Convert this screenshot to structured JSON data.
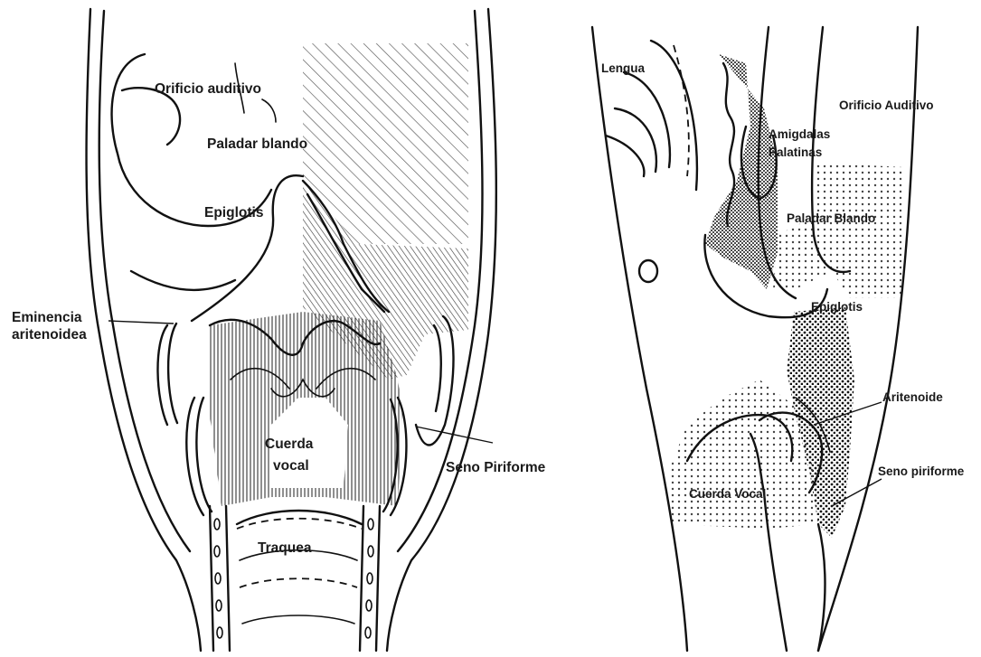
{
  "left_diagram": {
    "labels": {
      "orificio_auditivo": "Orificio auditivo",
      "paladar_blando": "Paladar blando",
      "epiglotis": "Epiglotis",
      "eminencia_1": "Eminencia",
      "eminencia_2": "aritenoidea",
      "cuerda_1": "Cuerda",
      "cuerda_2": "vocal",
      "seno_piriforme": "Seno Piriforme",
      "traquea": "Traquea"
    }
  },
  "right_diagram": {
    "labels": {
      "lengua": "Lengua",
      "orificio_auditivo": "Orificio Auditivo",
      "amigdalas_1": "Amigdalas",
      "amigdalas_2": "Palatinas",
      "paladar_blando": "Paladar Blando",
      "epiglotis": "Epiglotis",
      "aritenoide": "Aritenoide",
      "seno_piriforme": "Seno piriforme",
      "cuerda_vocal": "Cuerda Vocal"
    }
  }
}
